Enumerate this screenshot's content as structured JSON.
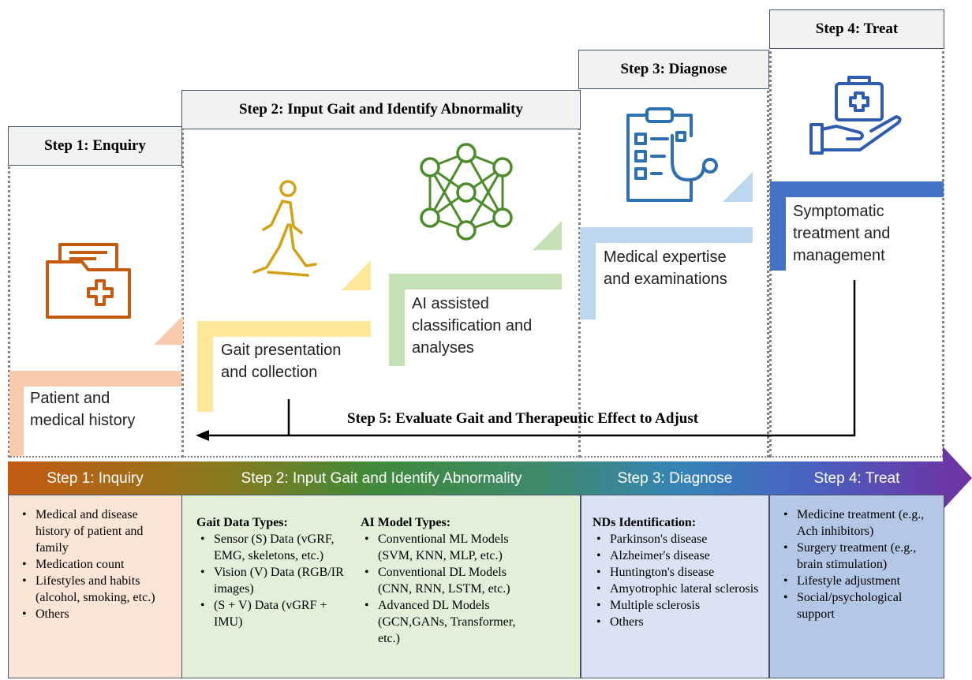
{
  "steps_top": {
    "s1": "Step 1: Enquiry",
    "s2": "Step 2: Input Gait and Identify Abnormality",
    "s3": "Step 3: Diagnose",
    "s4": "Step 4: Treat",
    "s5": "Step 5: Evaluate Gait and Therapeutic Effect to Adjust"
  },
  "stair_text": {
    "patient": "Patient and medical history",
    "gait": "Gait presentation and collection",
    "ai": "AI assisted classification and analyses",
    "medical": "Medical expertise and examinations",
    "treat": "Symptomatic treatment and management"
  },
  "icons": [
    "medical-folder-icon",
    "walking-person-icon",
    "neural-network-icon",
    "clipboard-stethoscope-icon",
    "hand-medical-kit-icon"
  ],
  "bar": {
    "labels": [
      "Step 1: Inquiry",
      "Step 2: Input Gait and Identify Abnormality",
      "Step 3: Diagnose",
      "Step 4: Treat"
    ],
    "colors": [
      "#c55a11",
      "#2e8b57",
      "#3a7fb5",
      "#7030a0"
    ]
  },
  "panels": {
    "inquiry": [
      "Medical and disease history of patient and family",
      "Medication count",
      "Lifestyles and habits (alcohol, smoking, etc.)",
      "Others"
    ],
    "gait_title": "Gait Data Types:",
    "gait": [
      "Sensor (S) Data (vGRF, EMG, skeletons, etc.)",
      "Vision (V) Data (RGB/IR images)",
      "(S + V) Data (vGRF + IMU)"
    ],
    "ai_title": "AI Model Types:",
    "ai": [
      "Conventional ML Models (SVM, KNN, MLP, etc.)",
      "Conventional DL Models (CNN, RNN, LSTM, etc.)",
      "Advanced DL Models (GCN,GANs, Transformer, etc.)"
    ],
    "nd_title": "NDs Identification:",
    "nd": [
      "Parkinson's disease",
      "Alzheimer's disease",
      "Huntington's disease",
      "Amyotrophic lateral sclerosis",
      "Multiple sclerosis",
      "Others"
    ],
    "treat": [
      "Medicine treatment (e.g., Ach inhibitors)",
      "Surgery treatment (e.g., brain stimulation)",
      "Lifestyle adjustment",
      "Social/psychological support"
    ]
  },
  "colors": {
    "peach": "#f8cbad",
    "yellow": "#ffe699",
    "green": "#c5e0b4",
    "lightblue": "#bdd7ee",
    "blue": "#4472c4",
    "panel1": "#fbe5d6",
    "panel2": "#e2f0d9",
    "panel3": "#dae3f3",
    "panel4": "#b4c7e7"
  }
}
